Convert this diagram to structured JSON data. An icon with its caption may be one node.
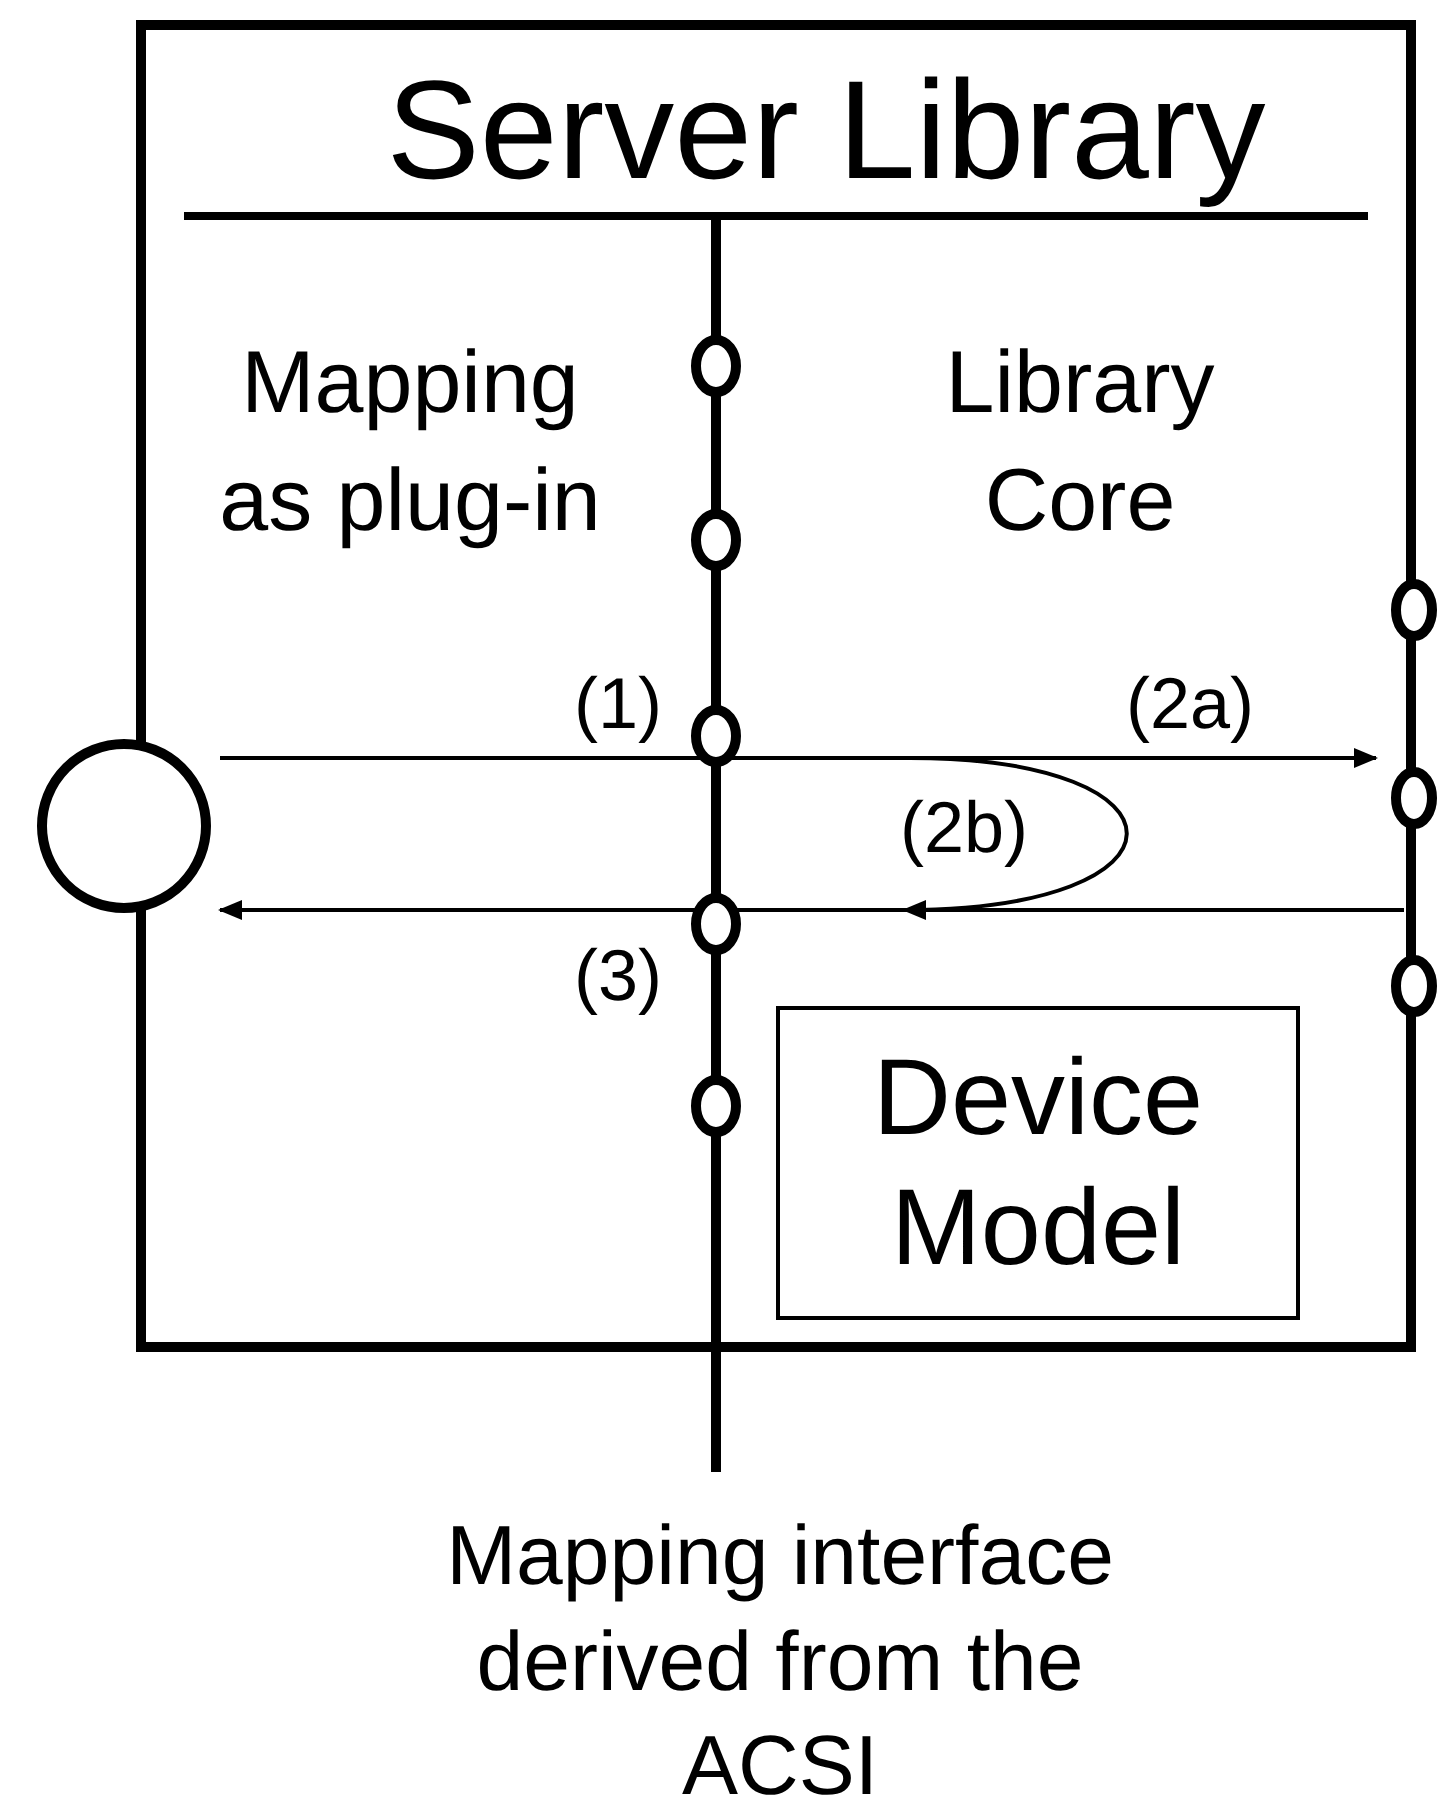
{
  "diagram": {
    "nodes": [
      {
        "text": [
          "Server Library"
        ]
      },
      {
        "text": [
          "Device Model"
        ],
        "in": 0
      },
      {
        "text": [],
        "shape": "circle"
      }
    ],
    "edges": [
      {
        "from": 2,
        "to": 0,
        "arrow": "to"
      },
      {
        "from": 0,
        "to": 2,
        "arrow": "to"
      }
    ],
    "labels": [
      "Mapping as plug-in",
      "Library Core",
      "(1)",
      "(2a)",
      "(2b)",
      "(3)",
      "Mapping interface derived from the ACSI"
    ]
  }
}
